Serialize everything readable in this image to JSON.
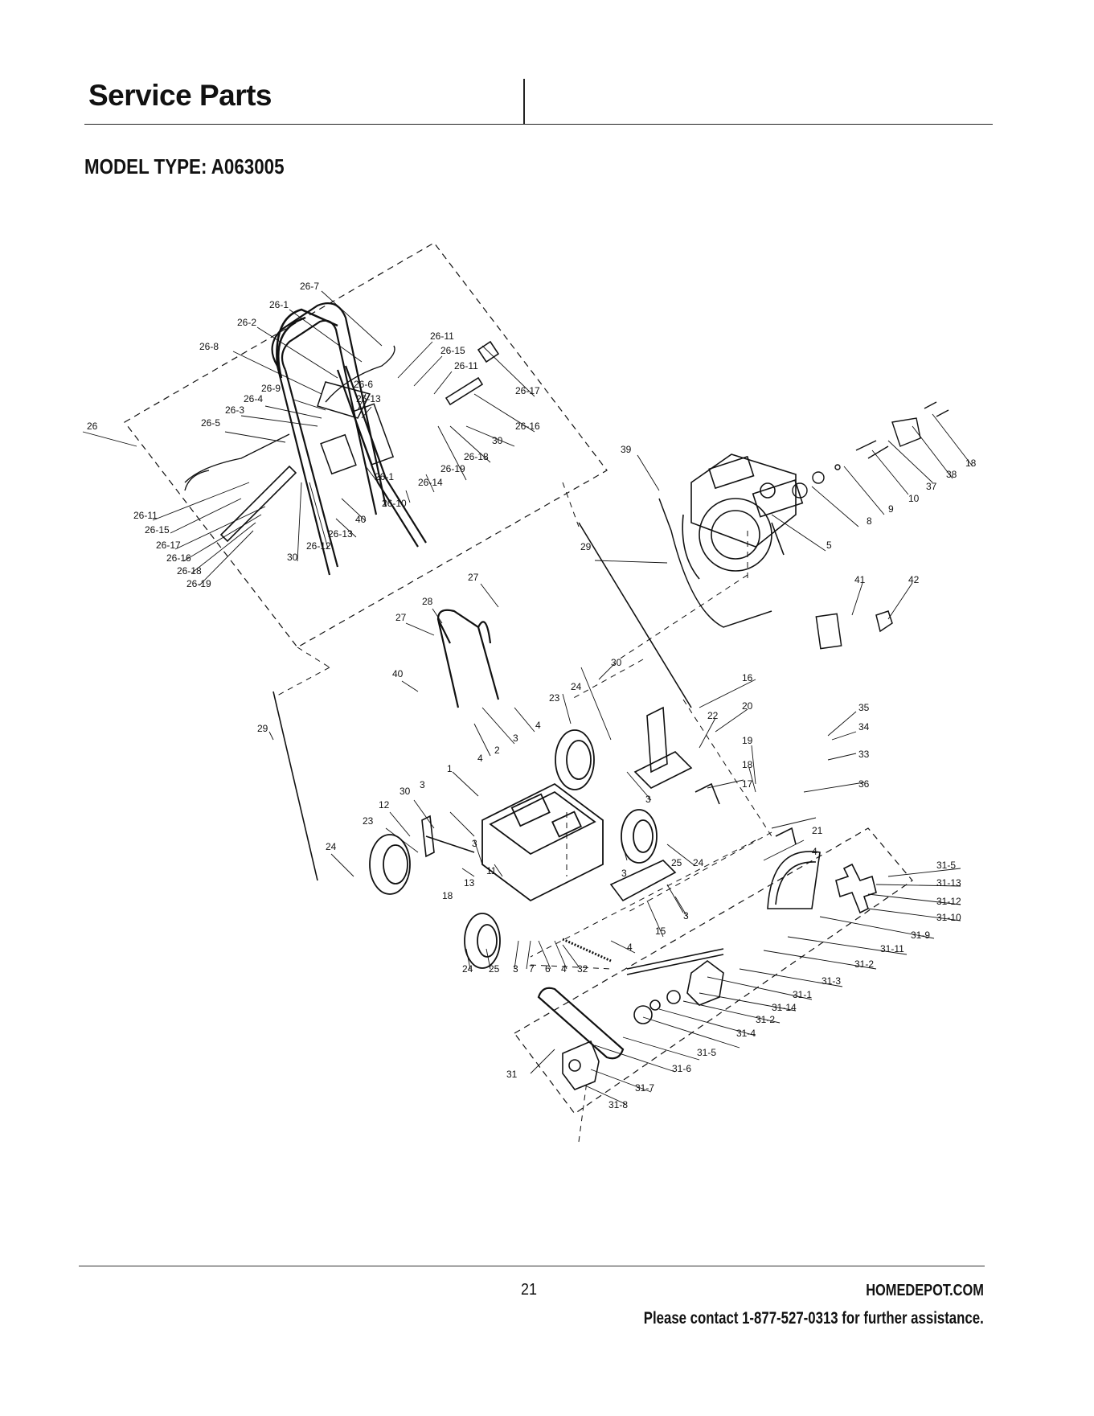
{
  "header": {
    "title": "Service Parts",
    "model_type": "MODEL TYPE: A063005"
  },
  "diagram": {
    "callouts": [
      {
        "id": "c-26-7",
        "text": "26-7"
      },
      {
        "id": "c-26-1",
        "text": "26-1"
      },
      {
        "id": "c-26-2",
        "text": "26-2"
      },
      {
        "id": "c-26-8",
        "text": "26-8"
      },
      {
        "id": "c-26-11a",
        "text": "26-11"
      },
      {
        "id": "c-26-15a",
        "text": "26-15"
      },
      {
        "id": "c-26-11b",
        "text": "26-11"
      },
      {
        "id": "c-26-17a",
        "text": "26-17"
      },
      {
        "id": "c-26-9",
        "text": "26-9"
      },
      {
        "id": "c-26-6",
        "text": "26-6"
      },
      {
        "id": "c-26-4",
        "text": "26-4"
      },
      {
        "id": "c-26-13a",
        "text": "26-13"
      },
      {
        "id": "c-26-3",
        "text": "26-3"
      },
      {
        "id": "c-26-16a",
        "text": "26-16"
      },
      {
        "id": "c-26",
        "text": "26"
      },
      {
        "id": "c-26-5",
        "text": "26-5"
      },
      {
        "id": "c-30a",
        "text": "30"
      },
      {
        "id": "c-26-18a",
        "text": "26-18"
      },
      {
        "id": "c-26-19a",
        "text": "26-19"
      },
      {
        "id": "c-26-1b",
        "text": "26-1"
      },
      {
        "id": "c-26-14",
        "text": "26-14"
      },
      {
        "id": "c-26-10",
        "text": "26-10"
      },
      {
        "id": "c-26-11c",
        "text": "26-11"
      },
      {
        "id": "c-40a",
        "text": "40"
      },
      {
        "id": "c-26-15b",
        "text": "26-15"
      },
      {
        "id": "c-26-13b",
        "text": "26-13"
      },
      {
        "id": "c-26-17b",
        "text": "26-17"
      },
      {
        "id": "c-26-12",
        "text": "26-12"
      },
      {
        "id": "c-26-16b",
        "text": "26-16"
      },
      {
        "id": "c-30b",
        "text": "30"
      },
      {
        "id": "c-26-18b",
        "text": "26-18"
      },
      {
        "id": "c-26-19b",
        "text": "26-19"
      },
      {
        "id": "c-39",
        "text": "39"
      },
      {
        "id": "c-18a",
        "text": "18"
      },
      {
        "id": "c-38",
        "text": "38"
      },
      {
        "id": "c-37",
        "text": "37"
      },
      {
        "id": "c-10",
        "text": "10"
      },
      {
        "id": "c-9",
        "text": "9"
      },
      {
        "id": "c-8",
        "text": "8"
      },
      {
        "id": "c-5",
        "text": "5"
      },
      {
        "id": "c-29a",
        "text": "29"
      },
      {
        "id": "c-27a",
        "text": "27"
      },
      {
        "id": "c-28",
        "text": "28"
      },
      {
        "id": "c-27b",
        "text": "27"
      },
      {
        "id": "c-41",
        "text": "41"
      },
      {
        "id": "c-42",
        "text": "42"
      },
      {
        "id": "c-40b",
        "text": "40"
      },
      {
        "id": "c-30c",
        "text": "30"
      },
      {
        "id": "c-24a",
        "text": "24"
      },
      {
        "id": "c-16",
        "text": "16"
      },
      {
        "id": "c-23a",
        "text": "23"
      },
      {
        "id": "c-20",
        "text": "20"
      },
      {
        "id": "c-22",
        "text": "22"
      },
      {
        "id": "c-35",
        "text": "35"
      },
      {
        "id": "c-4a",
        "text": "4"
      },
      {
        "id": "c-3a",
        "text": "3"
      },
      {
        "id": "c-34",
        "text": "34"
      },
      {
        "id": "c-29b",
        "text": "29"
      },
      {
        "id": "c-19",
        "text": "19"
      },
      {
        "id": "c-2",
        "text": "2"
      },
      {
        "id": "c-4b",
        "text": "4"
      },
      {
        "id": "c-33",
        "text": "33"
      },
      {
        "id": "c-18b",
        "text": "18"
      },
      {
        "id": "c-1",
        "text": "1"
      },
      {
        "id": "c-17",
        "text": "17"
      },
      {
        "id": "c-36",
        "text": "36"
      },
      {
        "id": "c-3b",
        "text": "3"
      },
      {
        "id": "c-30d",
        "text": "30"
      },
      {
        "id": "c-3c",
        "text": "3"
      },
      {
        "id": "c-12",
        "text": "12"
      },
      {
        "id": "c-23b",
        "text": "23"
      },
      {
        "id": "c-21",
        "text": "21"
      },
      {
        "id": "c-3d",
        "text": "3"
      },
      {
        "id": "c-4c",
        "text": "4"
      },
      {
        "id": "c-24b",
        "text": "24"
      },
      {
        "id": "c-11",
        "text": "11"
      },
      {
        "id": "c-25a",
        "text": "25"
      },
      {
        "id": "c-24c",
        "text": "24"
      },
      {
        "id": "c-31-5a",
        "text": "31-5"
      },
      {
        "id": "c-3e",
        "text": "3"
      },
      {
        "id": "c-13",
        "text": "13"
      },
      {
        "id": "c-31-13",
        "text": "31-13"
      },
      {
        "id": "c-18c",
        "text": "18"
      },
      {
        "id": "c-31-12",
        "text": "31-12"
      },
      {
        "id": "c-3f",
        "text": "3"
      },
      {
        "id": "c-31-10",
        "text": "31-10"
      },
      {
        "id": "c-15",
        "text": "15"
      },
      {
        "id": "c-31-9",
        "text": "31-9"
      },
      {
        "id": "c-4d",
        "text": "4"
      },
      {
        "id": "c-31-11",
        "text": "31-11"
      },
      {
        "id": "c-24d",
        "text": "24"
      },
      {
        "id": "c-25b",
        "text": "25"
      },
      {
        "id": "c-3g",
        "text": "3"
      },
      {
        "id": "c-7",
        "text": "7"
      },
      {
        "id": "c-6",
        "text": "6"
      },
      {
        "id": "c-4e",
        "text": "4"
      },
      {
        "id": "c-32",
        "text": "32"
      },
      {
        "id": "c-31-2a",
        "text": "31-2"
      },
      {
        "id": "c-31-3",
        "text": "31-3"
      },
      {
        "id": "c-31-1",
        "text": "31-1"
      },
      {
        "id": "c-31-14",
        "text": "31-14"
      },
      {
        "id": "c-31-2b",
        "text": "31-2"
      },
      {
        "id": "c-31-4",
        "text": "31-4"
      },
      {
        "id": "c-31-5b",
        "text": "31-5"
      },
      {
        "id": "c-31-6",
        "text": "31-6"
      },
      {
        "id": "c-31",
        "text": "31"
      },
      {
        "id": "c-31-7",
        "text": "31-7"
      },
      {
        "id": "c-31-8",
        "text": "31-8"
      }
    ]
  },
  "footer": {
    "page_number": "21",
    "site": "HOMEDEPOT.COM",
    "contact": "Please contact 1-877-527-0313 for further assistance."
  }
}
